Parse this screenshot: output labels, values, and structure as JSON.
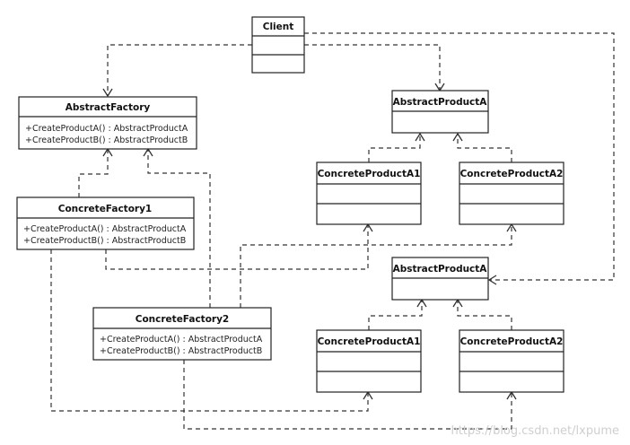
{
  "diagram": {
    "classes": {
      "client": {
        "name": "Client",
        "members": []
      },
      "abstract_factory": {
        "name": "AbstractFactory",
        "members": [
          "+CreateProductA() : AbstractProductA",
          "+CreateProductB() : AbstractProductB"
        ]
      },
      "concrete_factory1": {
        "name": "ConcreteFactory1",
        "members": [
          "+CreateProductA() : AbstractProductA",
          "+CreateProductB() : AbstractProductB"
        ]
      },
      "concrete_factory2": {
        "name": "ConcreteFactory2",
        "members": [
          "+CreateProductA() : AbstractProductA",
          "+CreateProductB() : AbstractProductB"
        ]
      },
      "abstract_product_a_top": {
        "name": "AbstractProductA",
        "members": []
      },
      "abstract_product_a_bottom": {
        "name": "AbstractProductA",
        "members": []
      },
      "concrete_product_a1_top": {
        "name": "ConcreteProductA1",
        "members": []
      },
      "concrete_product_a2_top": {
        "name": "ConcreteProductA2",
        "members": []
      },
      "concrete_product_a1_bottom": {
        "name": "ConcreteProductA1",
        "members": []
      },
      "concrete_product_a2_bottom": {
        "name": "ConcreteProductA2",
        "members": []
      }
    },
    "watermark": "https://blog.csdn.net/lxpume"
  }
}
